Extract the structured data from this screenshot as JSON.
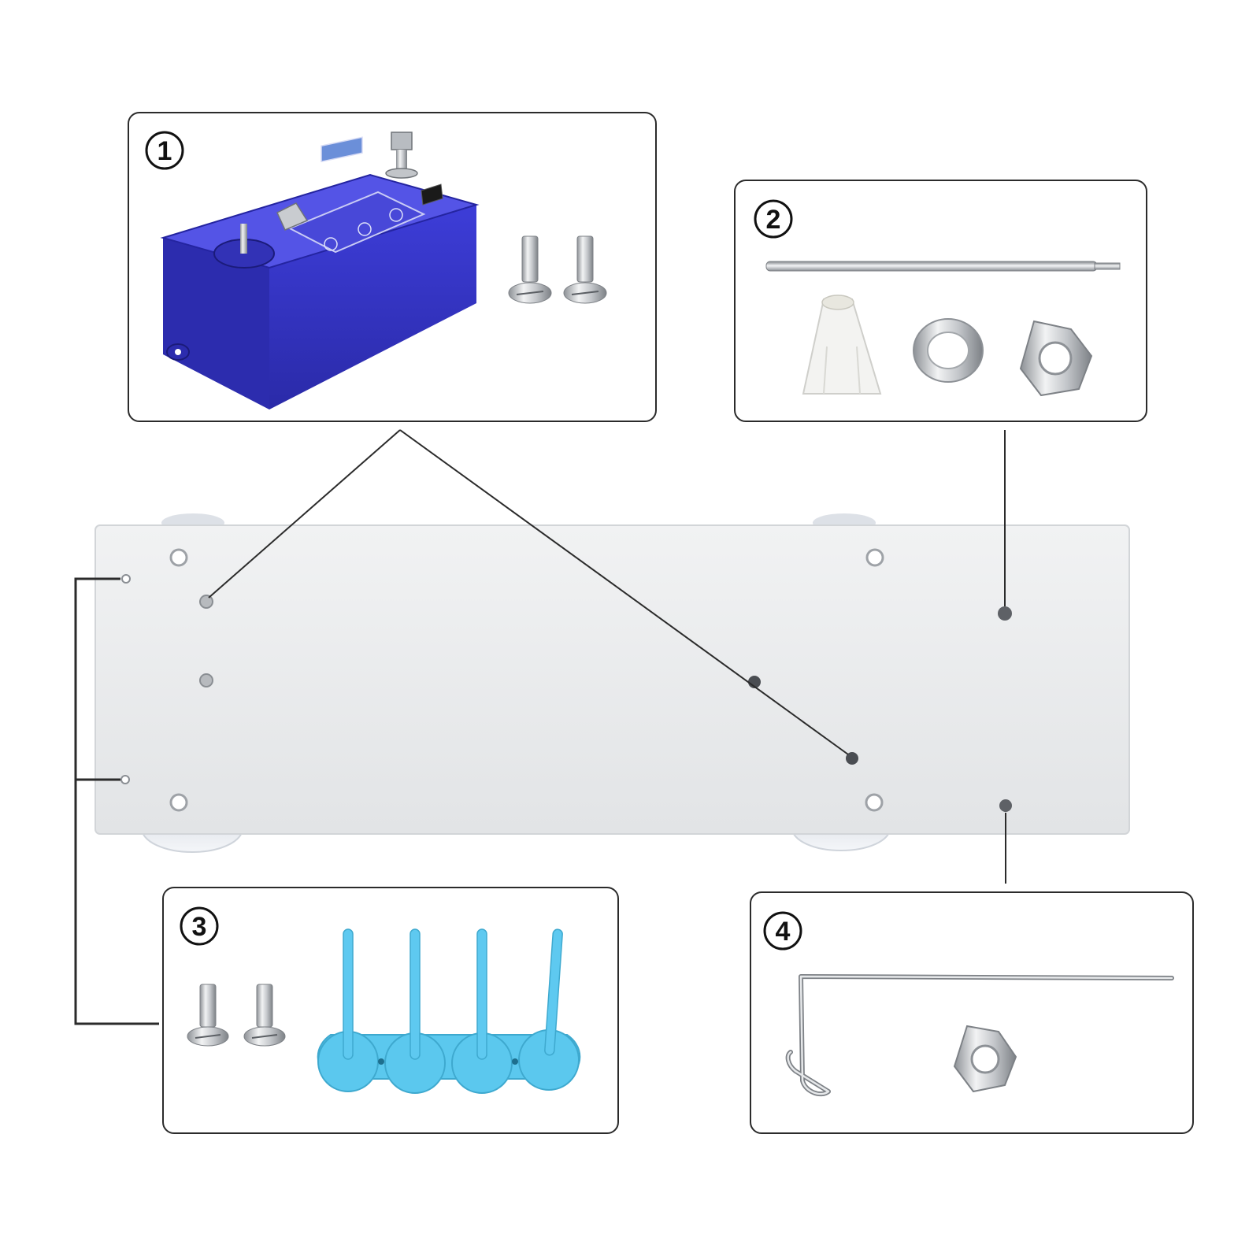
{
  "panels": [
    {
      "id": "1",
      "number": "1",
      "contents": [
        "motor-control-box",
        "mounting-screw",
        "mounting-screw"
      ]
    },
    {
      "id": "2",
      "number": "2",
      "contents": [
        "spindle-rod",
        "cone-adapter",
        "washer",
        "hex-nut"
      ]
    },
    {
      "id": "3",
      "number": "3",
      "contents": [
        "mounting-screw",
        "mounting-screw",
        "spool-pin-holder"
      ]
    },
    {
      "id": "4",
      "number": "4",
      "contents": [
        "bent-wire-guide",
        "hex-nut"
      ]
    }
  ],
  "base_plate": {
    "material": "aluminum",
    "feet": 4
  },
  "colors": {
    "motor_box": "#3a3ad0",
    "spool_holder": "#5bc8ee",
    "plate": "#e9ebec",
    "frame": "#2b2b2b",
    "metal": "#c9ccd0"
  }
}
